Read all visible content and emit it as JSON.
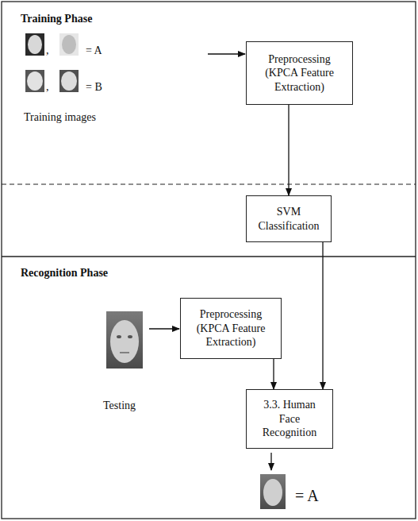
{
  "diagram": {
    "nodes": [
      {
        "text": [
          "Preprocessing (KPCA Feature Extraction)"
        ]
      },
      {
        "text": [
          "SVM Classification"
        ]
      },
      {
        "text": [
          "Preprocessing (KPCA Feature Extraction)"
        ]
      },
      {
        "text": [
          "3.3. Human Face Recognition"
        ]
      }
    ],
    "edges": [
      {
        "from": 0,
        "to": 1,
        "arrow": "to"
      },
      {
        "from": 1,
        "to": 3,
        "arrow": "to"
      },
      {
        "from": 2,
        "to": 3,
        "arrow": "to"
      }
    ],
    "labels": [
      "Training Phase",
      ",",
      "= A",
      ",",
      "= B",
      "Training images",
      "Recognition Phase",
      "Testing",
      "= A"
    ]
  }
}
